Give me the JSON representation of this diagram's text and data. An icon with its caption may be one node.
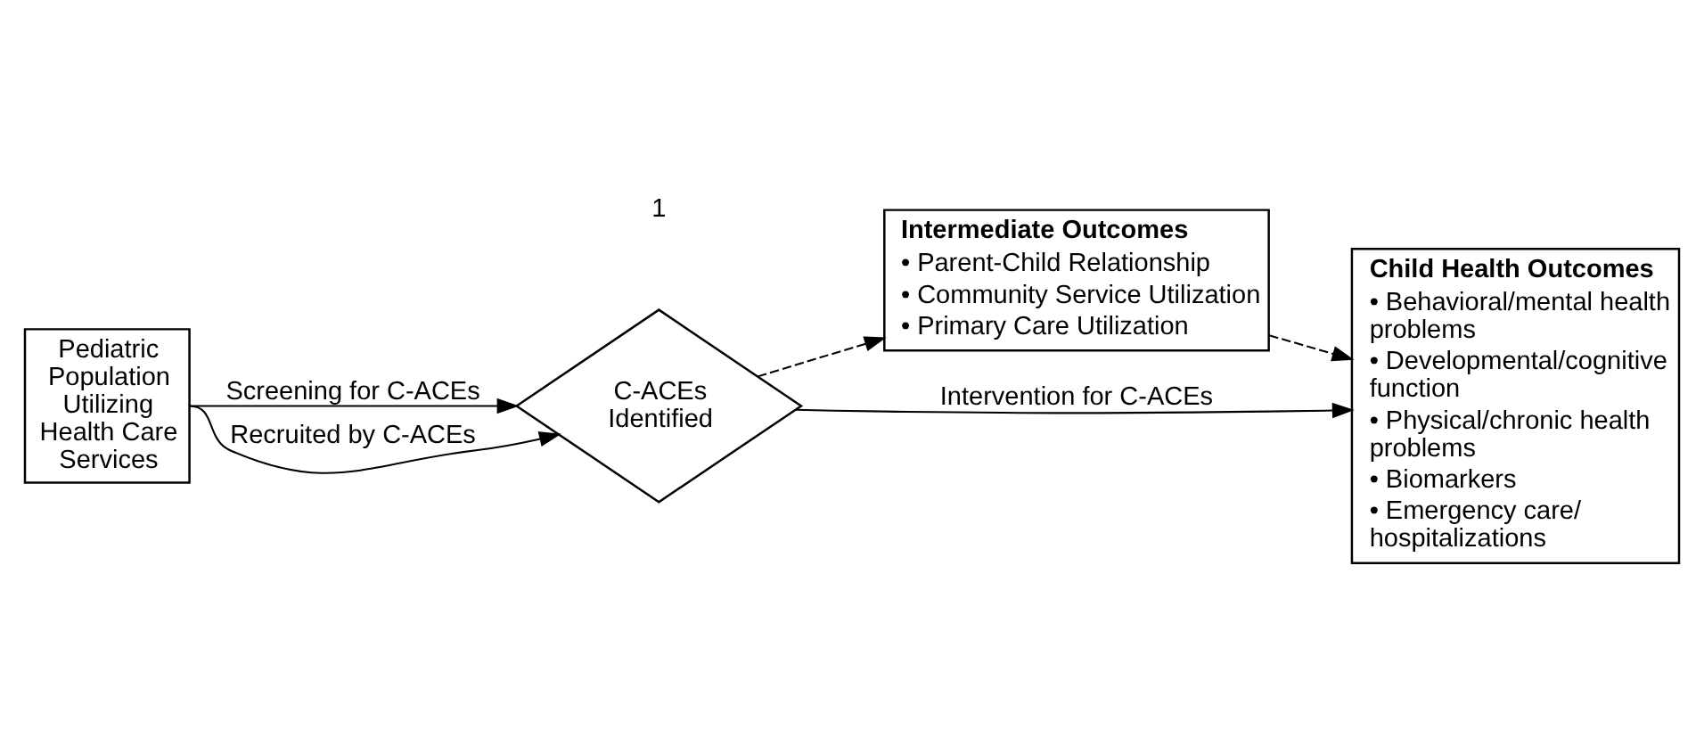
{
  "diagram": {
    "nodes": [
      {
        "text": [
          "Pediatric Population Utilizing Health Care Services"
        ]
      },
      {
        "text": [
          "C-ACEs Identified"
        ]
      },
      {
        "text": [
          "Intermediate Outcomes",
          "• Parent-Child Relationship",
          "• Community Service Utilization",
          "• Primary Care Utilization"
        ]
      },
      {
        "text": [
          "Child Health Outcomes",
          "• Behavioral/mental health problems",
          "• Developmental/cognitive function",
          "• Physical/chronic health problems",
          "• Biomarkers",
          "• Emergency care/ hospitalizations"
        ]
      }
    ],
    "edges": [
      {
        "from": 0,
        "to": 1,
        "arrow": "to",
        "label": "Screening for C-ACEs"
      },
      {
        "from": 0,
        "to": 1,
        "arrow": "to",
        "label": "Recruited by C-ACEs"
      },
      {
        "from": 1,
        "to": 3,
        "arrow": "to",
        "label": "Intervention for C-ACEs"
      },
      {
        "from": 1,
        "to": 2,
        "arrow": "to",
        "style": "dashed"
      },
      {
        "from": 2,
        "to": 3,
        "arrow": "to",
        "style": "dashed"
      }
    ],
    "labels": [
      "1"
    ]
  }
}
